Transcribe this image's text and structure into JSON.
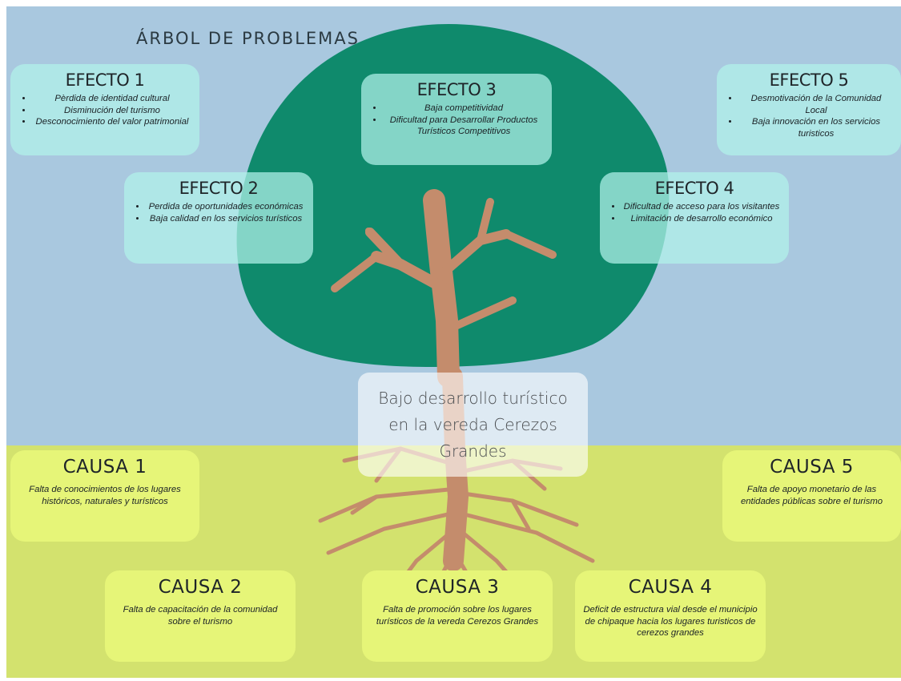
{
  "title": "ÁRBOL DE PROBLEMAS",
  "central_problem": "Bajo desarrollo turístico en la vereda Cerezos Grandes",
  "colors": {
    "sky": "#a9c8df",
    "ground": "#d3e26e",
    "canopy": "#0f8a6c",
    "trunk": "#c48c6c",
    "effect_box": "#b2f2ea",
    "cause_box": "#e6f578"
  },
  "effects": [
    {
      "title": "EFECTO 1",
      "items": [
        "Pèrdida de identidad cultural",
        "Disminución del turismo",
        "Desconocimiento  del valor patrimonial"
      ]
    },
    {
      "title": "EFECTO 2",
      "items": [
        "Perdida de oportunidades económicas",
        "Baja calidad en los servicios turísticos"
      ]
    },
    {
      "title": "EFECTO 3",
      "items": [
        "Baja competitividad",
        "Dificultad para Desarrollar Productos Turísticos Competitivos"
      ]
    },
    {
      "title": "EFECTO 4",
      "items": [
        "Dificultad  de acceso para los visitantes",
        "Limitación de desarrollo económico"
      ]
    },
    {
      "title": "EFECTO 5",
      "items": [
        "Desmotivación de la Comunidad Local",
        "Baja innovación en los servicios turisticos"
      ]
    }
  ],
  "causes": [
    {
      "title": "CAUSA 1",
      "text": "Falta de conocimientos de los lugares históricos, naturales y turísticos"
    },
    {
      "title": "CAUSA 2",
      "text": "Falta de  capacitación de la comunidad sobre el turismo"
    },
    {
      "title": "CAUSA 3",
      "text": "Falta de promoción sobre los lugares turísticos de la vereda Cerezos Grandes"
    },
    {
      "title": "CAUSA 4",
      "text": "Deficit de estructura vial desde el municipio de chipaque hacia los lugares turisticos de cerezos grandes"
    },
    {
      "title": "CAUSA 5",
      "text": "Falta de apoyo monetario de las entidades públicas sobre el turismo"
    }
  ]
}
